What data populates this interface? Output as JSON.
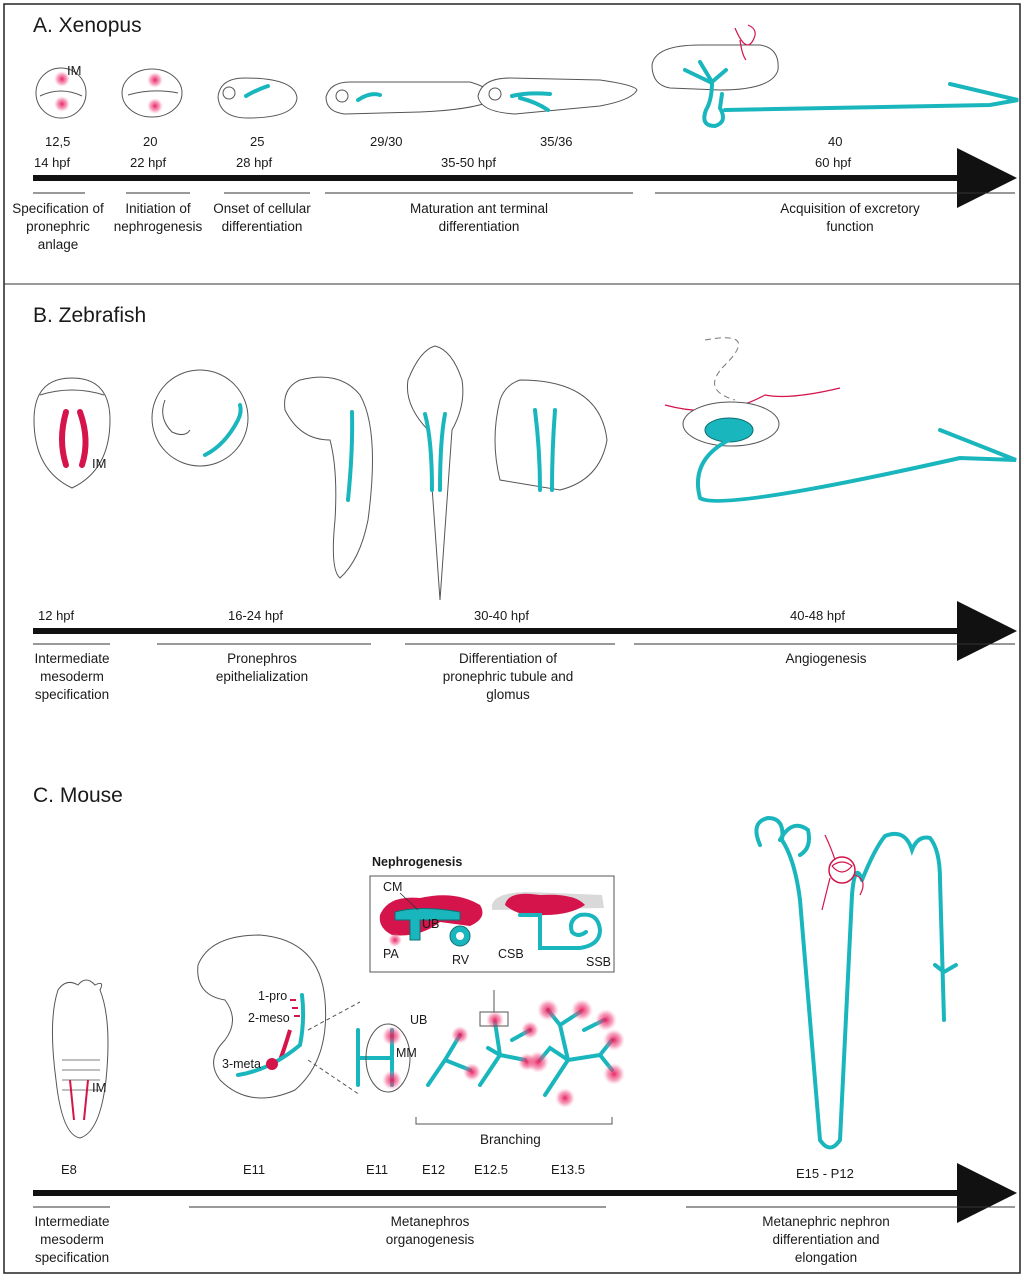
{
  "panels": {
    "xenopus": {
      "title": "A. Xenopus",
      "im_label": "IM",
      "stages": [
        "12,5",
        "20",
        "25",
        "29/30",
        "35/36",
        "40"
      ],
      "hpf": [
        "14 hpf",
        "22 hpf",
        "28 hpf",
        "35-50 hpf",
        "60 hpf"
      ],
      "phases": [
        [
          "Specification of",
          "pronephric",
          "anlage"
        ],
        [
          "Initiation of",
          "nephrogenesis"
        ],
        [
          "Onset of cellular",
          "differentiation"
        ],
        [
          "Maturation ant terminal",
          "differentiation"
        ],
        [
          "Acquisition of excretory",
          "function"
        ]
      ]
    },
    "zebrafish": {
      "title": "B. Zebrafish",
      "im_label": "IM",
      "hpf": [
        "12 hpf",
        "16-24 hpf",
        "30-40 hpf",
        "40-48 hpf"
      ],
      "phases": [
        [
          "Intermediate",
          "mesoderm",
          "specification"
        ],
        [
          "Pronephros",
          "epithelialization"
        ],
        [
          "Differentiation of",
          "pronephric tubule and",
          "glomus"
        ],
        [
          "Angiogenesis"
        ]
      ]
    },
    "mouse": {
      "title": "C. Mouse",
      "im_label": "IM",
      "embryo_labels": [
        "1-pro",
        "2-meso",
        "3-meta"
      ],
      "bud_labels": [
        "UB",
        "MM"
      ],
      "nephrogenesis": {
        "title": "Nephrogenesis",
        "labels": [
          "CM",
          "UB",
          "PA",
          "RV",
          "CSB",
          "SSB"
        ]
      },
      "branching_label": "Branching",
      "stages": [
        "E8",
        "E11",
        "E11",
        "E12",
        "E12.5",
        "E13.5",
        "E15 - P12"
      ],
      "phases": [
        [
          "Intermediate",
          "mesoderm",
          "specification"
        ],
        [
          "Metanephros",
          "organogenesis"
        ],
        [
          "Metanephric nephron",
          "differentiation and",
          "elongation"
        ]
      ]
    }
  },
  "colors": {
    "nephric": "#1ab6bd",
    "mesoderm": "#d4144a",
    "outline": "#555555"
  }
}
